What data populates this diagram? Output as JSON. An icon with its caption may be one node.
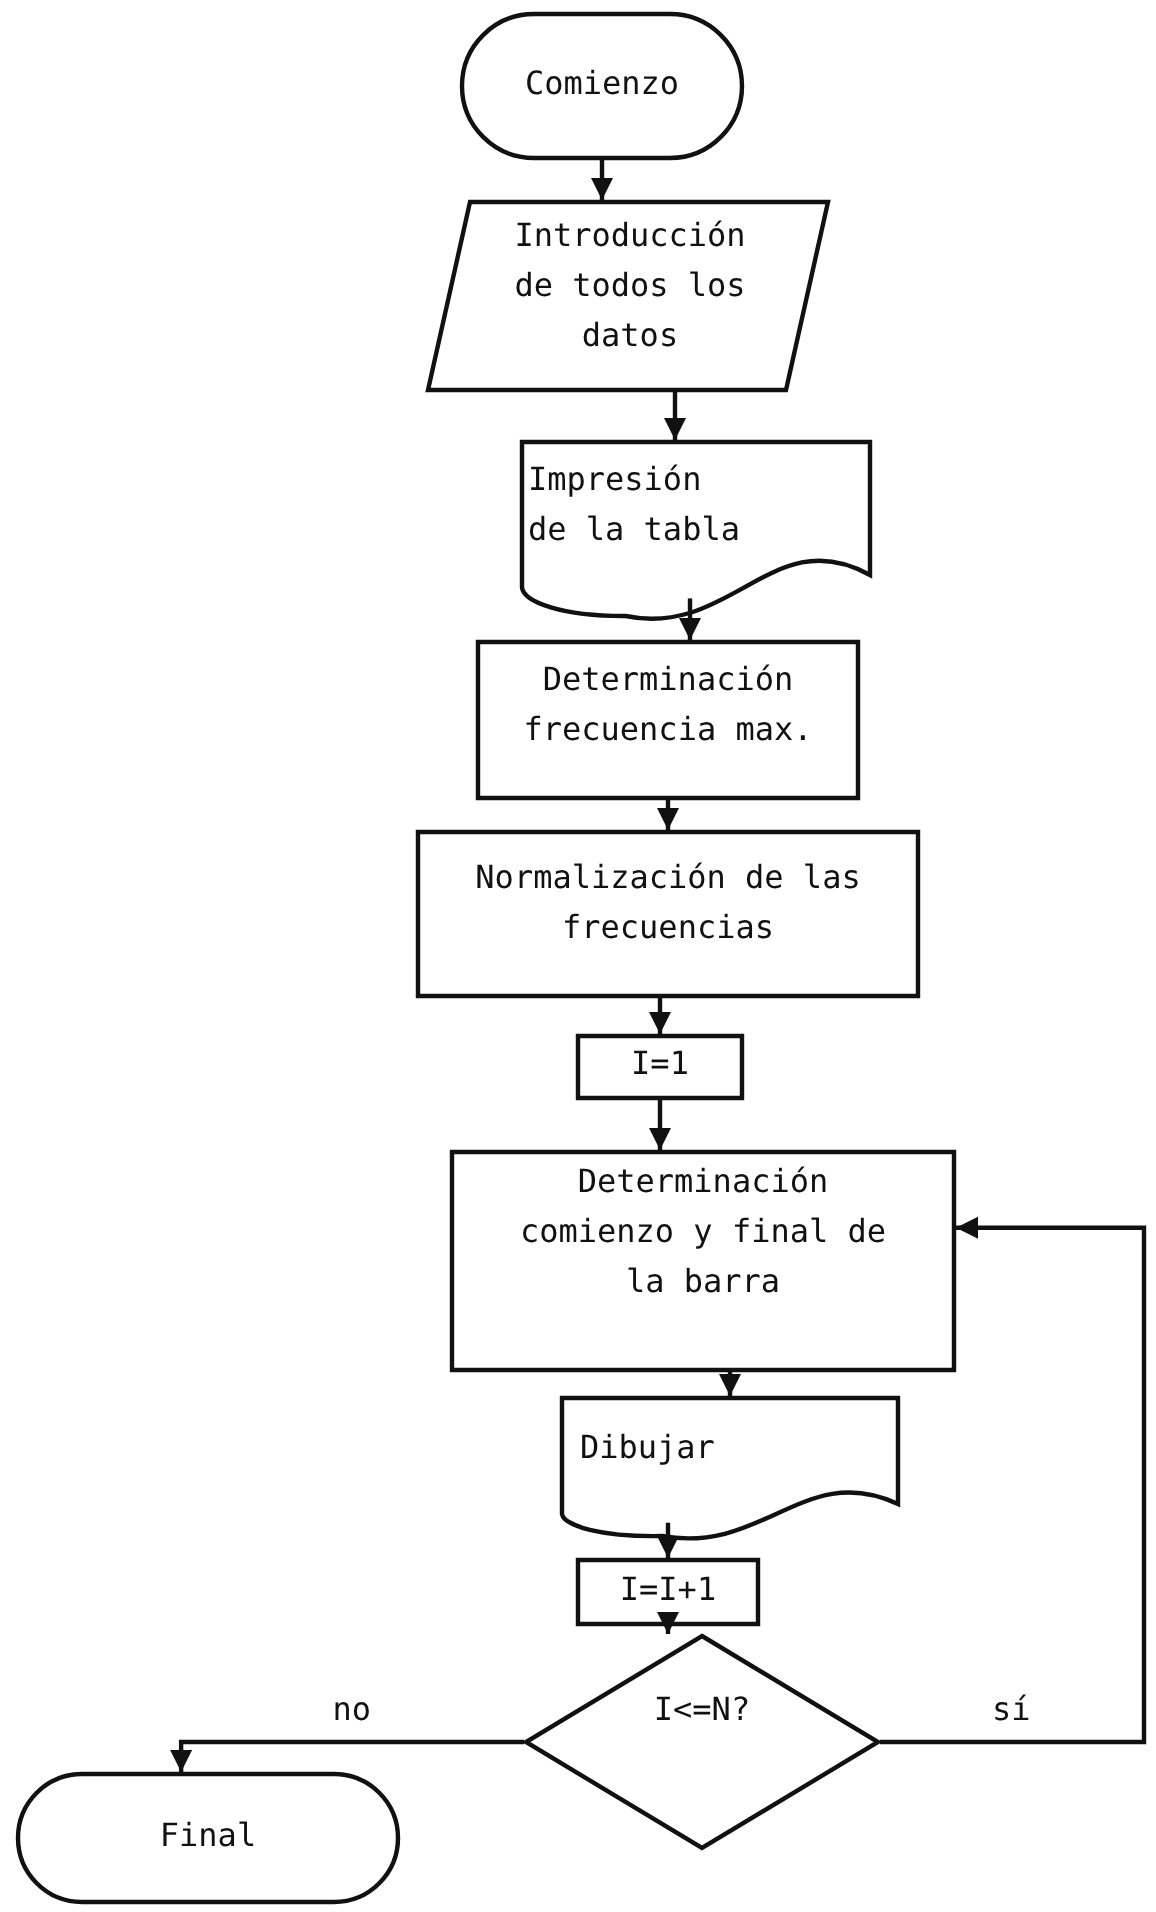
{
  "diagram": {
    "nodes": [
      {
        "text": [
          "Comienzo"
        ]
      },
      {
        "text": [
          "Introducción de todos los datos"
        ]
      },
      {
        "text": [
          "Impresión de la tabla"
        ]
      },
      {
        "text": [
          "Determinación frecuencia max."
        ]
      },
      {
        "text": [
          "Normalización de las frecuencias"
        ]
      },
      {
        "text": [
          "I=1"
        ]
      },
      {
        "text": [
          "Determinación comienzo y final de la barra"
        ]
      },
      {
        "text": [
          "Dibujar"
        ]
      },
      {
        "text": [
          "I=I+1"
        ]
      },
      {
        "text": [
          "I<=N?"
        ]
      },
      {
        "text": [
          "Final"
        ]
      }
    ],
    "edges": [
      {
        "from": 0,
        "to": 1,
        "arrow": "to"
      },
      {
        "from": 1,
        "to": 2,
        "arrow": "to"
      },
      {
        "from": 2,
        "to": 3,
        "arrow": "to"
      },
      {
        "from": 3,
        "to": 4,
        "arrow": "to"
      },
      {
        "from": 4,
        "to": 5,
        "arrow": "to"
      },
      {
        "from": 5,
        "to": 6,
        "arrow": "to"
      },
      {
        "from": 6,
        "to": 7,
        "arrow": "to"
      },
      {
        "from": 7,
        "to": 8,
        "arrow": "to"
      },
      {
        "from": 8,
        "to": 9,
        "arrow": "to"
      },
      {
        "from": 9,
        "to": 10,
        "label": "no",
        "arrow": "to"
      },
      {
        "from": 9,
        "to": 6,
        "label": "sí",
        "arrow": "to"
      }
    ]
  }
}
